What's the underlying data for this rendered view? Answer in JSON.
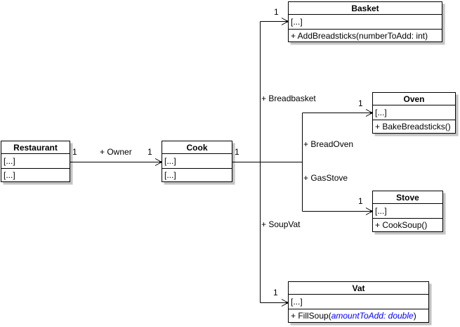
{
  "diagram": {
    "type": "uml-class-diagram",
    "background": "#ffffff",
    "colors": {
      "box_fill": "#ffffff",
      "box_border": "#000000",
      "line": "#000000",
      "text": "#000000",
      "parameter_text": "#0000ff",
      "shadow": "#c2c2c2"
    },
    "classes": {
      "restaurant": {
        "name": "Restaurant",
        "attributes": "[...]",
        "methods": "[...]"
      },
      "cook": {
        "name": "Cook",
        "attributes": "[...]",
        "methods": "[...]"
      },
      "basket": {
        "name": "Basket",
        "attributes": "[...]",
        "methods": "+ AddBreadsticks(numberToAdd: int)"
      },
      "oven": {
        "name": "Oven",
        "attributes": "[...]",
        "methods": "+ BakeBreadsticks()"
      },
      "stove": {
        "name": "Stove",
        "attributes": "[...]",
        "methods": "+ CookSoup()"
      },
      "vat": {
        "name": "Vat",
        "attributes": "[...]",
        "method_prefix": "+ FillSoup(",
        "method_param": "amountToAdd: double",
        "method_suffix": ")"
      }
    },
    "associations": {
      "owner": {
        "label": "+ Owner",
        "source_multiplicity": "1",
        "target_multiplicity": "1",
        "from": "Restaurant",
        "to": "Cook"
      },
      "cook_out": {
        "source_multiplicity": "1",
        "from": "Cook"
      },
      "breadbasket": {
        "label": "+ Breadbasket",
        "target_multiplicity": "1",
        "from": "Cook",
        "to": "Basket"
      },
      "breadoven": {
        "label": "+ BreadOven",
        "target_multiplicity": "1",
        "from": "Cook",
        "to": "Oven"
      },
      "gasstove": {
        "label": "+ GasStove",
        "target_multiplicity": "1",
        "from": "Cook",
        "to": "Stove"
      },
      "soupvat": {
        "label": "+ SoupVat",
        "target_multiplicity": "1",
        "from": "Cook",
        "to": "Vat"
      }
    }
  }
}
